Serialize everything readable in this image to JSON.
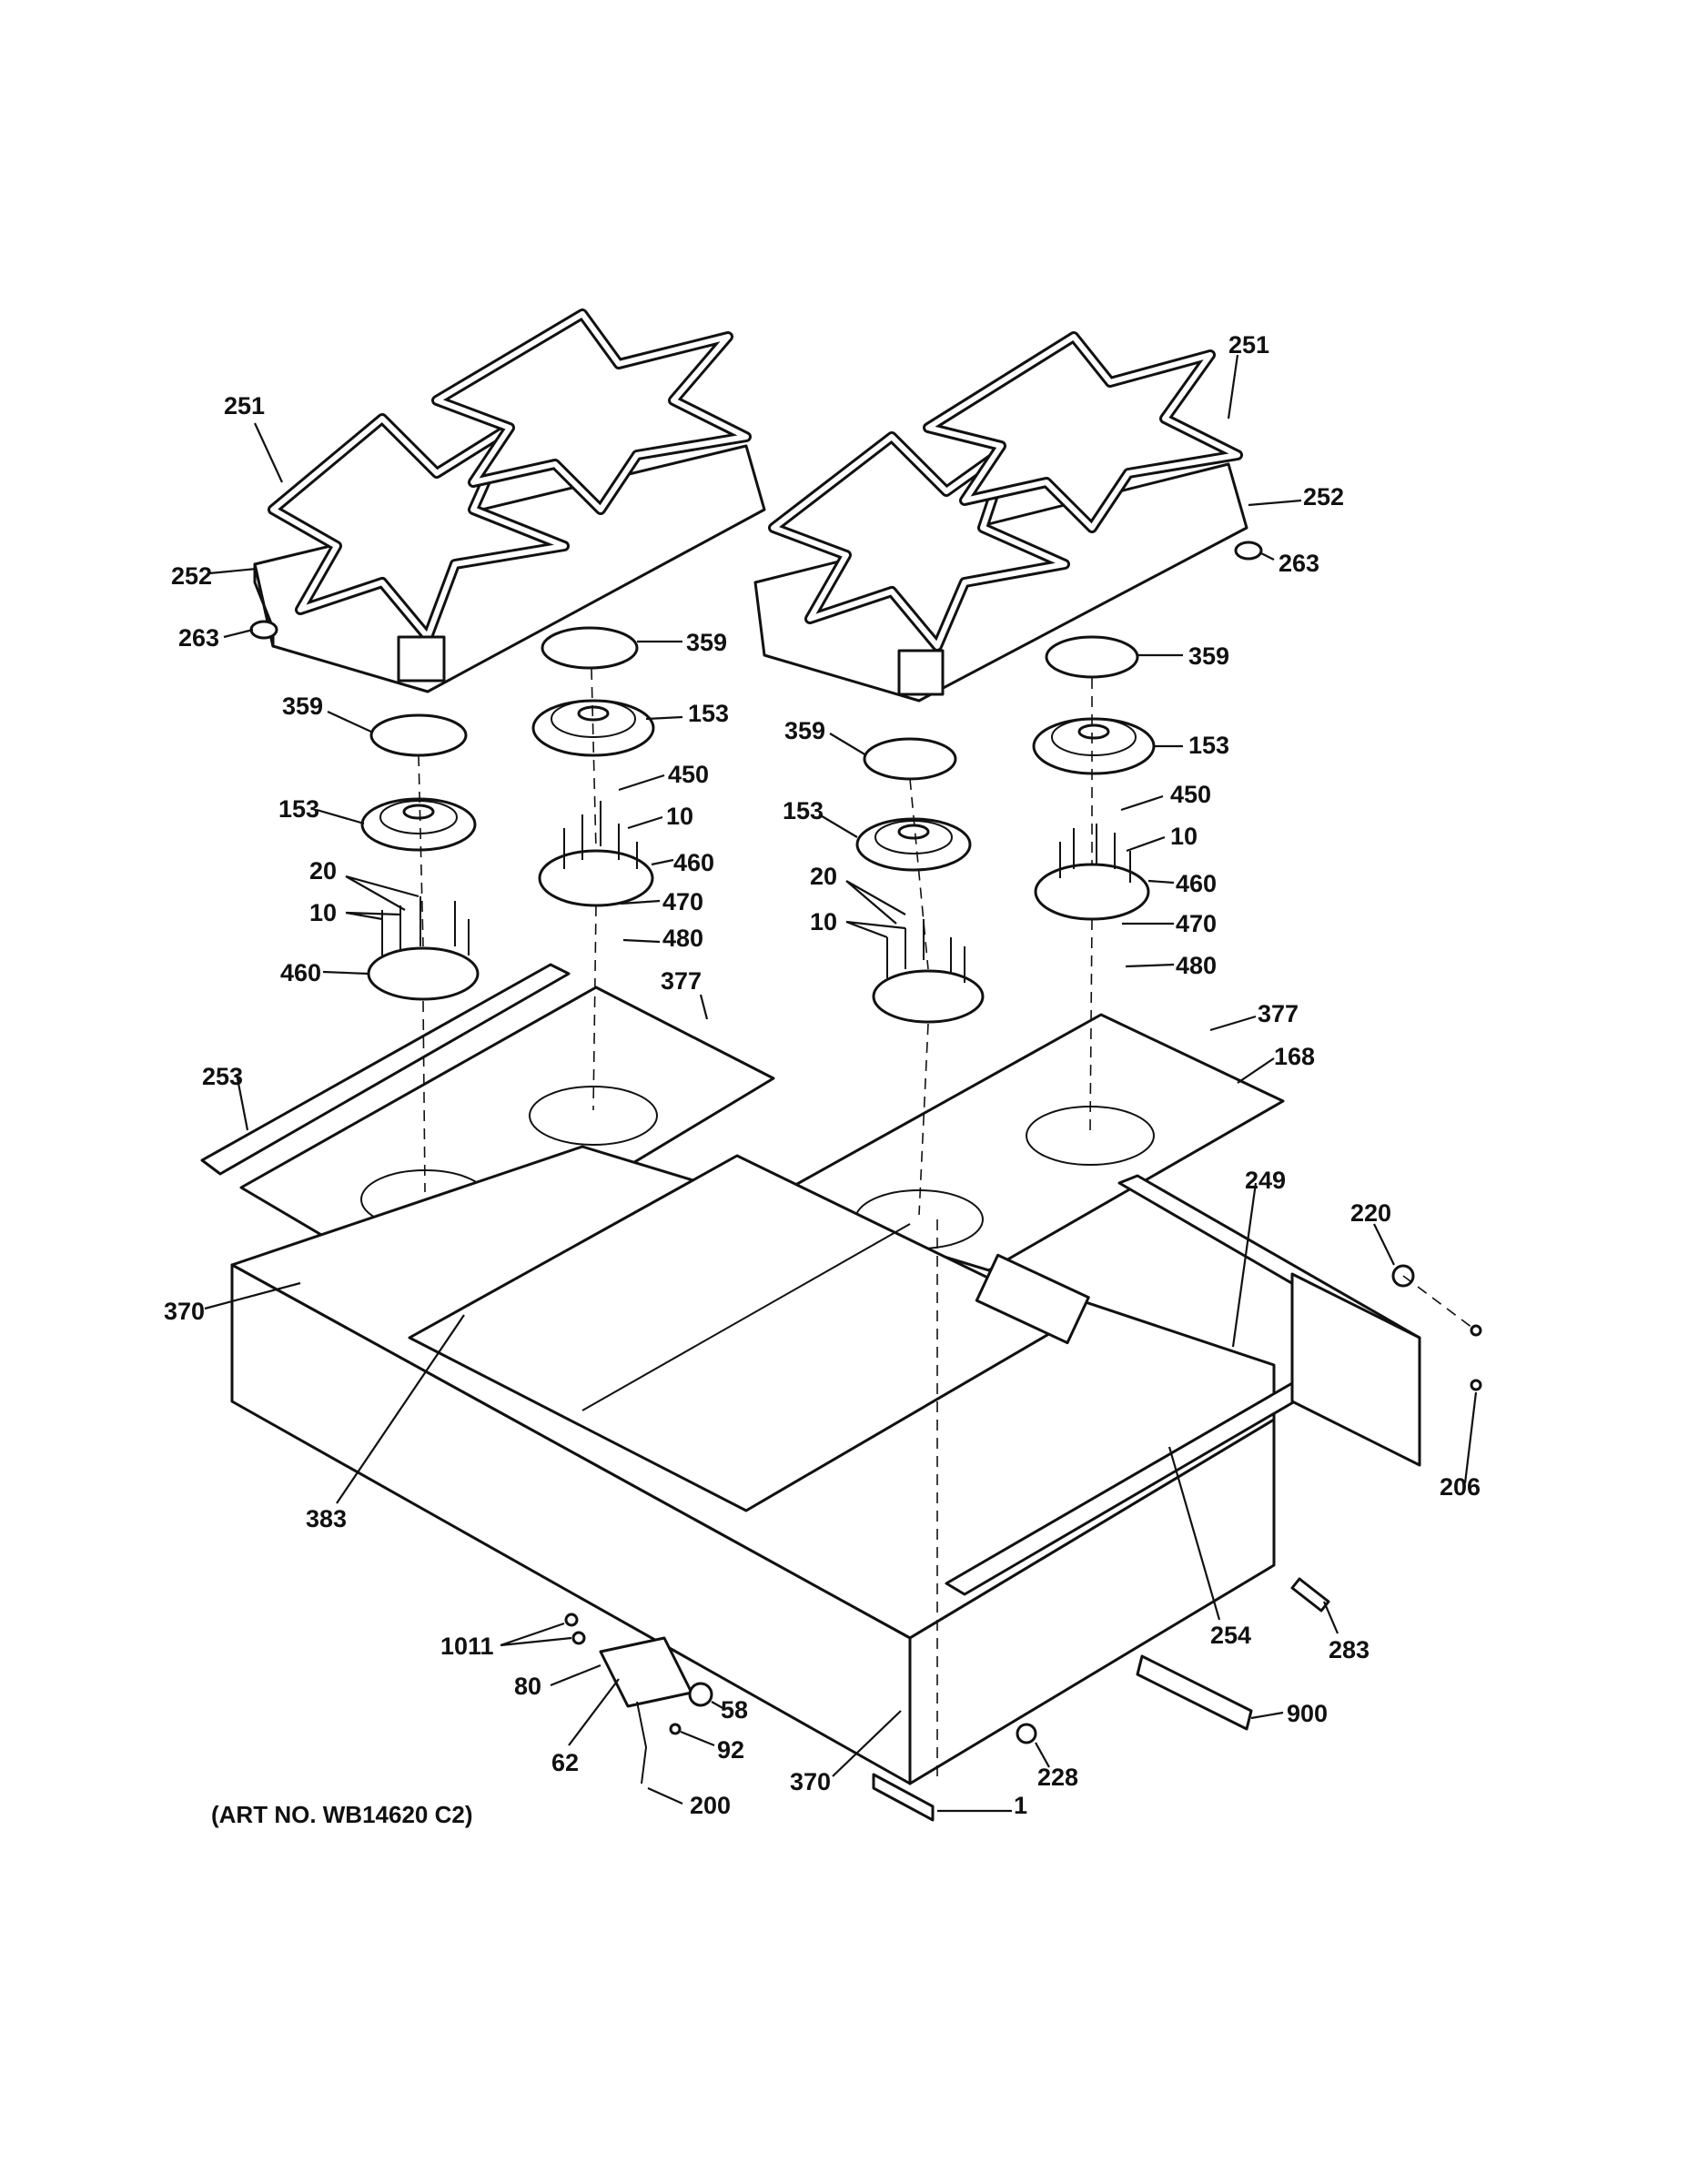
{
  "art_number": "(ART NO. WB14620 C2)",
  "callouts": {
    "grate_left": "251",
    "grate_right": "251",
    "grate_support_left": "252",
    "grate_support_right": "252",
    "foot_left": "263",
    "foot_right": "263",
    "cap_1": "359",
    "cap_2": "359",
    "cap_3": "359",
    "cap_4": "359",
    "burner_head_1": "153",
    "burner_head_2": "153",
    "burner_head_3": "153",
    "burner_head_4": "153",
    "igniter_1": "450",
    "igniter_2": "450",
    "screw_10_1": "10",
    "screw_10_2": "10",
    "screw_10_3": "10",
    "screw_10_4": "10",
    "screw_20_1": "20",
    "screw_20_2": "20",
    "burner_base_1": "460",
    "burner_base_2": "460",
    "burner_base_3": "460",
    "orifice_1": "470",
    "orifice_2": "470",
    "washer_1": "480",
    "washer_2": "480",
    "screw_377_1": "377",
    "screw_377_2": "377",
    "cooktop_panel": "168",
    "trim_left": "253",
    "side_trim": "249",
    "knob": "220",
    "manifold_left": "370",
    "manifold_right": "370",
    "griddle_bracket": "383",
    "front_trim": "254",
    "screw_206": "206",
    "probe": "283",
    "nut_1011": "1011",
    "bracket_80": "80",
    "module_62": "62",
    "bushing_58": "58",
    "screw_92": "92",
    "harness_200": "200",
    "bracket_900": "900",
    "valve_228": "228",
    "bezel_1": "1"
  }
}
